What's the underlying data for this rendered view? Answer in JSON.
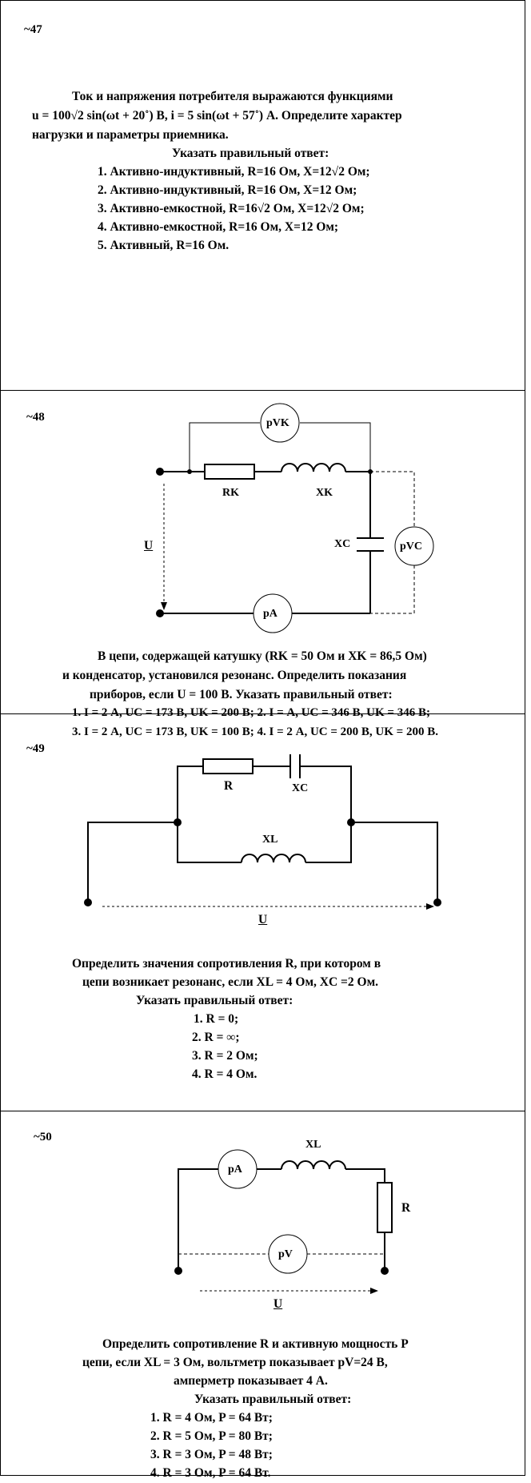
{
  "q47": {
    "number": "~47",
    "text_line1": "Ток и напряжения потребителя выражаются функциями",
    "text_line2": "u = 100√2 sin(ωt + 20˚) В, i = 5 sin(ωt + 57˚) А. Определите характер",
    "text_line3": "нагрузки и параметры приемника.",
    "prompt": "Указать правильный ответ:",
    "options": [
      "1. Активно-индуктивный, R=16 Ом, X=12√2 Ом;",
      "2. Активно-индуктивный, R=16 Ом, X=12 Ом;",
      "3. Активно-емкостной, R=16√2 Ом, X=12√2 Ом;",
      "4. Активно-емкостной, R=16 Ом, X=12 Ом;",
      "5. Активный, R=16 Ом."
    ]
  },
  "q48": {
    "number": "~48",
    "labels": {
      "pvk": "pVK",
      "rk": "RK",
      "xk": "XK",
      "u": "U",
      "xc": "XC",
      "pvc": "pVC",
      "pa": "pA"
    },
    "text_line1": "В цепи, содержащей катушку (RK = 50 Ом и XK = 86,5 Ом)",
    "text_line2": "и конденсатор, установился резонанс. Определить показания",
    "text_line3": "приборов, если U = 100 В. Указать правильный ответ:",
    "answers_line1": "1. I = 2 А, UC = 173 В, UK = 200 В; 2. I = А, UC = 346 В, UK = 346 В;",
    "answers_line2": "3. I = 2 А, UC = 173 В, UK = 100 В; 4. I = 2 А, UC = 200 В, UK = 200 В."
  },
  "q49": {
    "number": "~49",
    "labels": {
      "r": "R",
      "xc": "XC",
      "xl": "XL",
      "u": "U"
    },
    "text_line1": "Определить значения сопротивления R, при котором в",
    "text_line2": "цепи возникает резонанс, если XL = 4 Ом, XC =2 Ом.",
    "prompt": "Указать правильный ответ:",
    "options": [
      "1. R = 0;",
      "2. R = ∞;",
      "3. R = 2 Ом;",
      "4. R = 4 Ом."
    ]
  },
  "q50": {
    "number": "~50",
    "labels": {
      "xl": "XL",
      "pa": "pA",
      "r": "R",
      "pv": "pV",
      "u": "U"
    },
    "text_line1": "Определить сопротивление R и активную мощность P",
    "text_line2": "цепи, если XL = 3 Ом, вольтметр показывает pV=24 В,",
    "text_line3": "амперметр показывает 4 А.",
    "prompt": "Указать правильный ответ:",
    "options": [
      "1.  R = 4 Ом, P = 64 Вт;",
      "2.  R = 5 Ом, P = 80 Вт;",
      "3.  R = 3 Ом, P = 48 Вт;",
      "4.  R = 3 Ом, P = 64 Вт."
    ]
  }
}
